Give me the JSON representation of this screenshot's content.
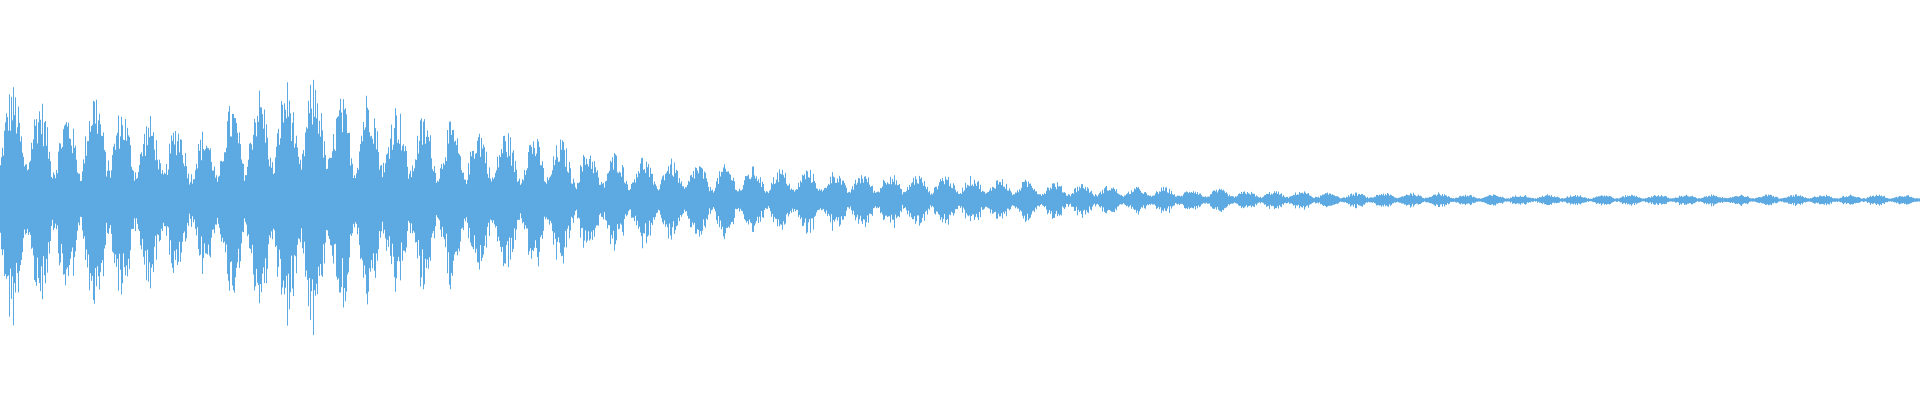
{
  "waveform": {
    "color": "#5DA9E1",
    "background": "#FFFFFF",
    "duration_label": "",
    "envelope_peaks": [
      0.62,
      0.55,
      0.48,
      0.6,
      0.5,
      0.45,
      0.42,
      0.38,
      0.52,
      0.6,
      0.64,
      0.66,
      0.55,
      0.6,
      0.52,
      0.46,
      0.42,
      0.4,
      0.38,
      0.36,
      0.33,
      0.28,
      0.26,
      0.24,
      0.22,
      0.2,
      0.19,
      0.18,
      0.17,
      0.17,
      0.16,
      0.15,
      0.15,
      0.14,
      0.14,
      0.13,
      0.12,
      0.11,
      0.1,
      0.09,
      0.08,
      0.07,
      0.07,
      0.06,
      0.06,
      0.05,
      0.05,
      0.05,
      0.04,
      0.04,
      0.04,
      0.04,
      0.04,
      0.03,
      0.03,
      0.03,
      0.03,
      0.03,
      0.03,
      0.03,
      0.03,
      0.03,
      0.03,
      0.03,
      0.03,
      0.03,
      0.03,
      0.03,
      0.03,
      0.03
    ]
  }
}
